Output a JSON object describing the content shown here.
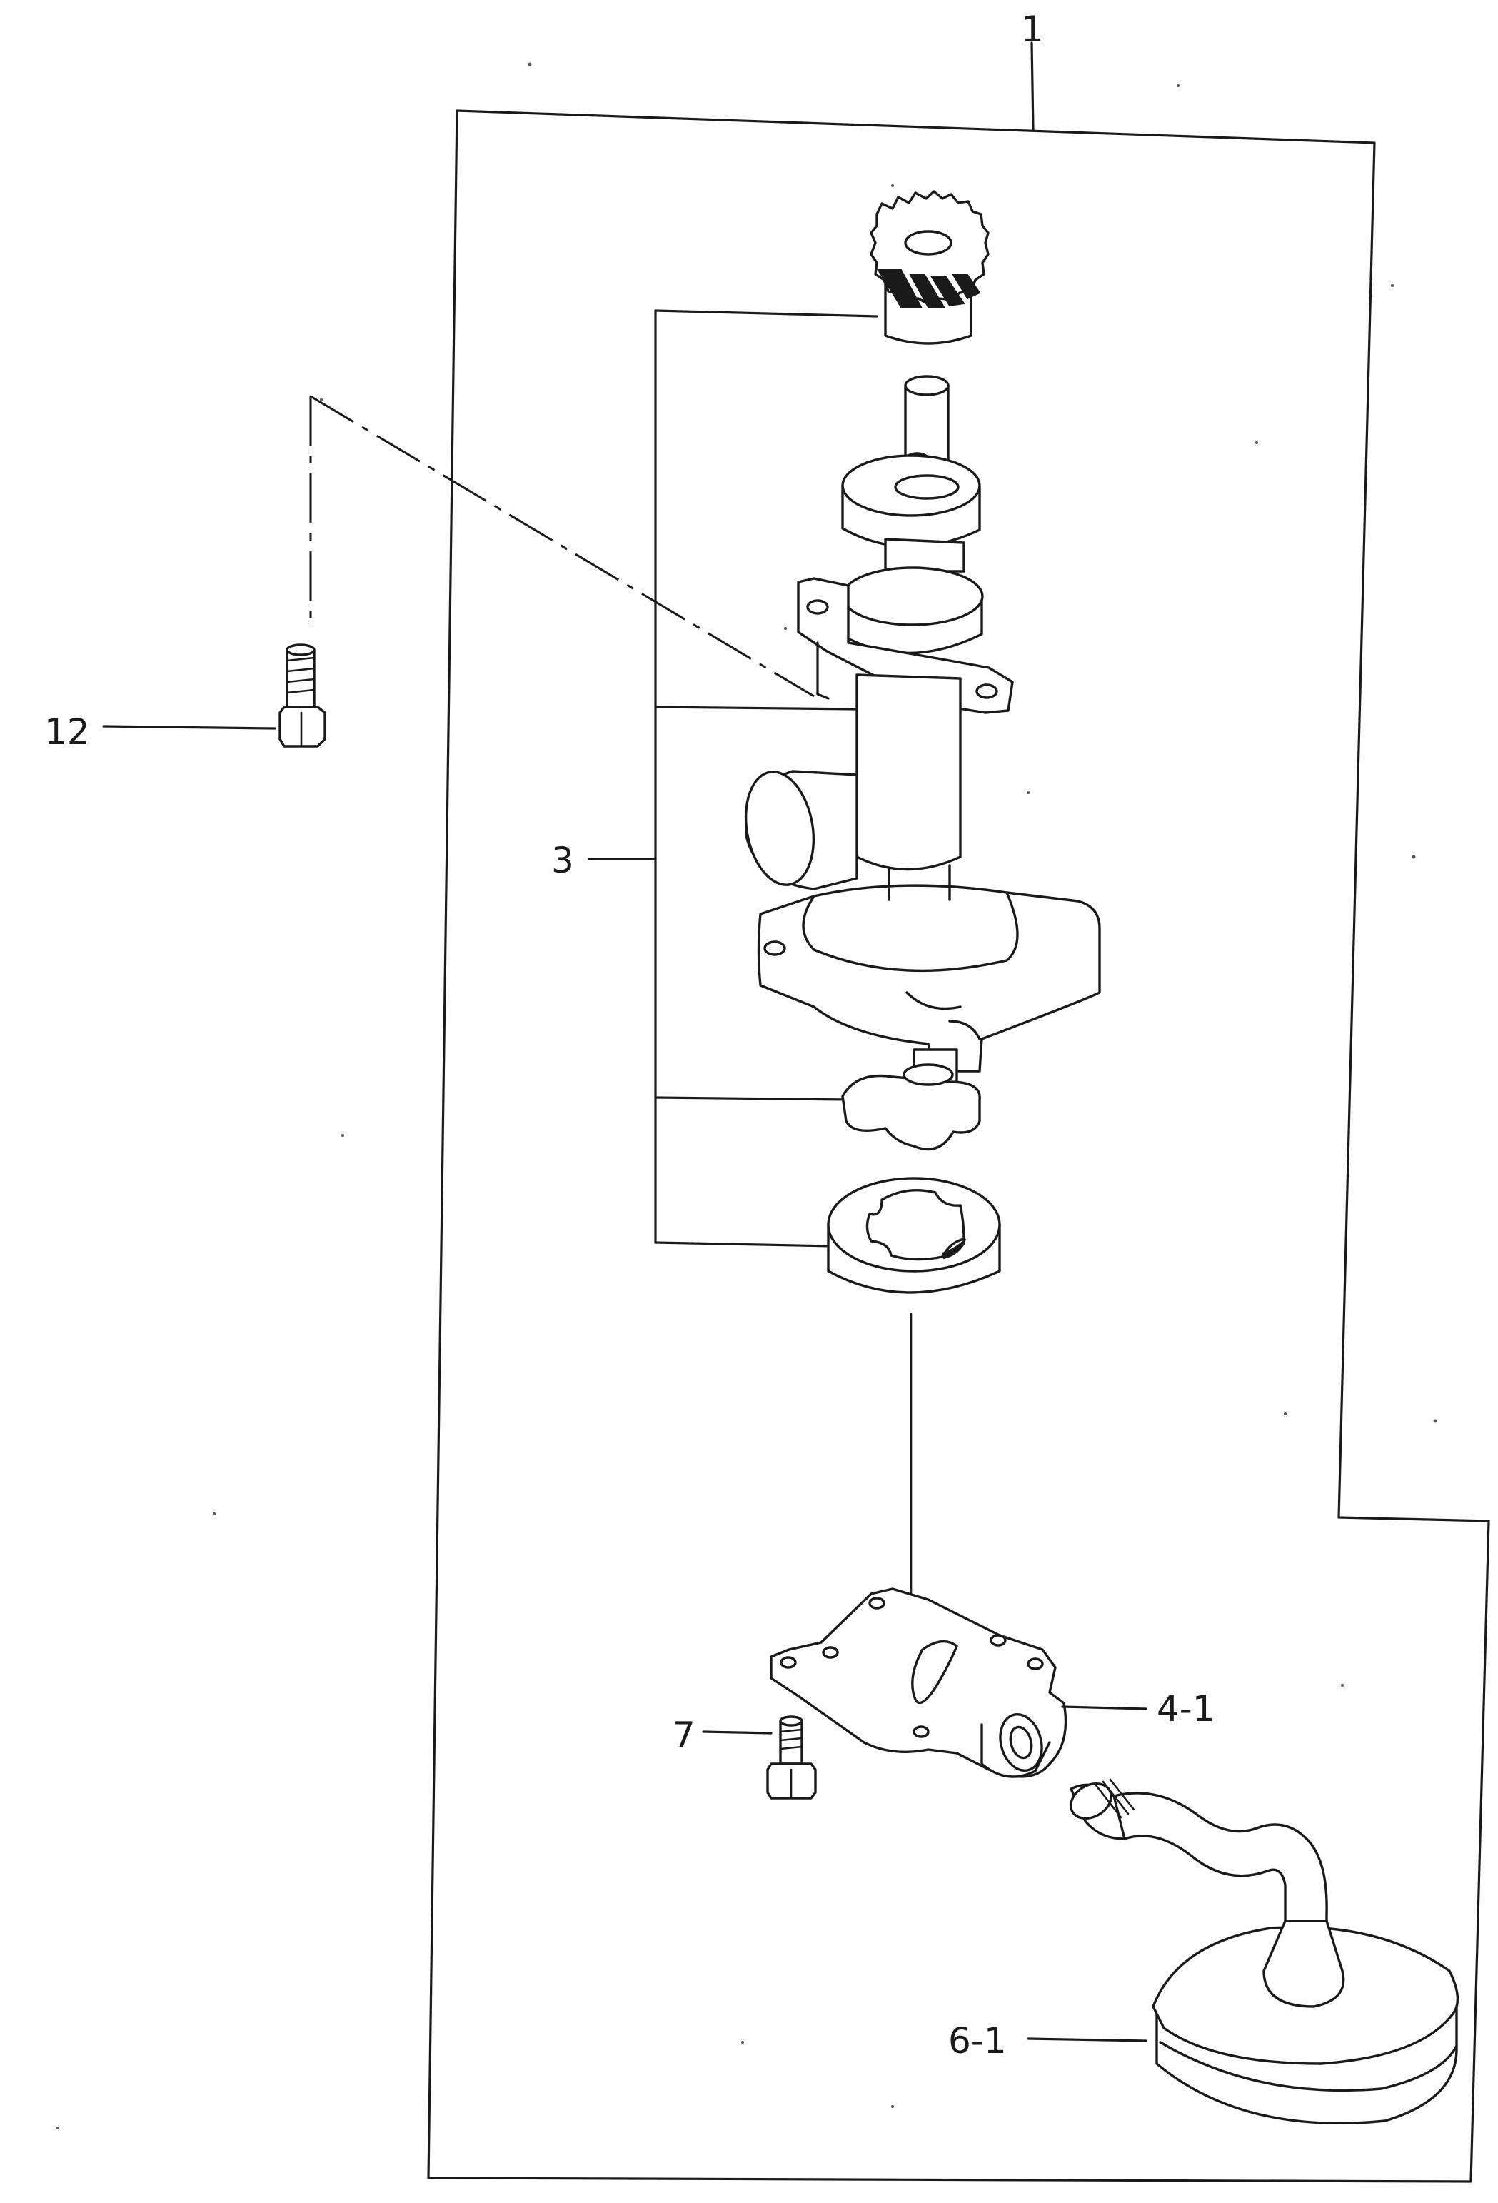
{
  "callouts": {
    "assembly": "1",
    "pump_subassembly": "3",
    "cover": "4-1",
    "strainer": "6-1",
    "cover_bolt": "7",
    "mounting_bolt": "12"
  }
}
